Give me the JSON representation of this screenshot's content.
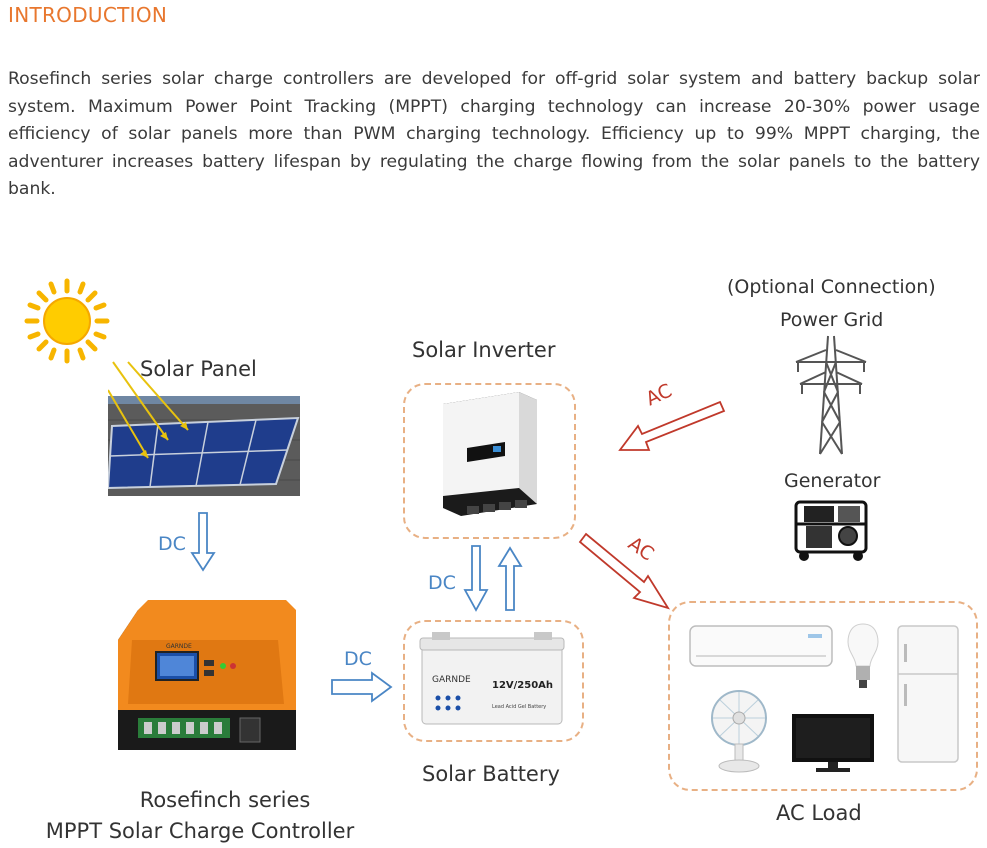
{
  "heading": "INTRODUCTION",
  "intro": "Rosefinch series solar charge controllers are developed for off-grid solar system and battery backup solar system. Maximum Power Point Tracking (MPPT) charging technology can increase 20-30% power usage efficiency of solar panels more than PWM charging technology. Efficiency up to 99% MPPT charging, the adventurer increases battery lifespan by regulating the charge flowing from the solar panels to the battery bank.",
  "diagram": {
    "solar_panel": "Solar Panel",
    "solar_inverter": "Solar Inverter",
    "optional": "(Optional Connection)",
    "power_grid": "Power Grid",
    "generator": "Generator",
    "controller_line1": "Rosefinch series",
    "controller_line2": "MPPT Solar Charge Controller",
    "solar_battery": "Solar Battery",
    "ac_load": "AC Load",
    "dc_label": "DC",
    "ac_label": "AC",
    "battery_brand": "GARNDE",
    "battery_spec": "12V/250Ah",
    "battery_type": "Lead Acid Gel Battery",
    "controller_brand": "GARNDE"
  },
  "colors": {
    "heading": "#e8772e",
    "dc_arrow": "#4a86c5",
    "ac_arrow": "#c0392b",
    "dashed_box": "#e8b084",
    "controller_orange": "#f28a1e"
  }
}
